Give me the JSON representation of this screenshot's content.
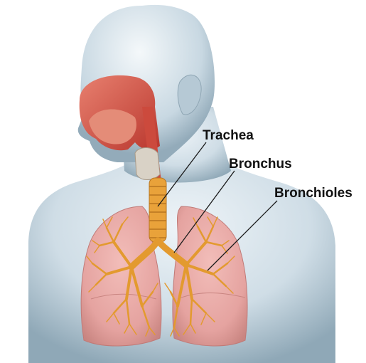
{
  "labels": {
    "trachea": "Trachea",
    "bronchus": "Bronchus",
    "bronchioles": "Bronchioles"
  },
  "colors": {
    "body_skin": "#cfdde6",
    "body_shade": "#9fb6c4",
    "lung": "#e9a7a4",
    "lung_shade": "#d78b88",
    "airway_tree": "#e39a2f",
    "nasal_tissue": "#d9574a",
    "leader_line": "#1a1a1a"
  }
}
